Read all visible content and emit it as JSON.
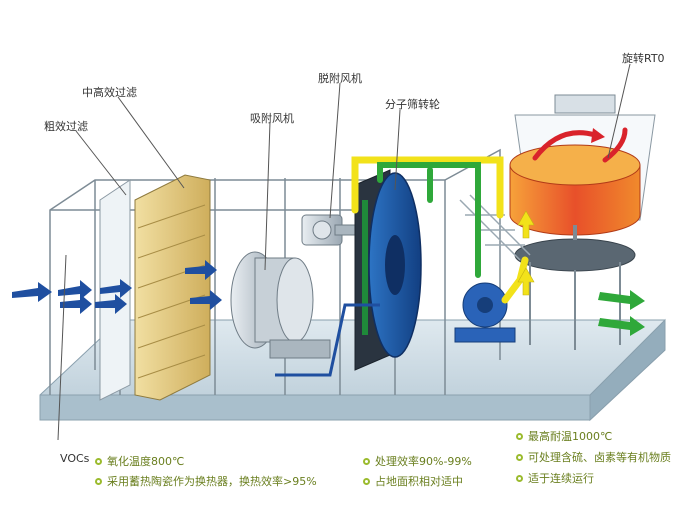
{
  "labels": {
    "medium_high_filter": "中高效过滤",
    "coarse_filter": "粗效过滤",
    "adsorption_fan": "吸附风机",
    "desorption_fan": "脱附风机",
    "molecular_sieve_wheel": "分子筛转轮",
    "rotary_rto": "旋转RT0",
    "vocs": "VOCs"
  },
  "features": [
    "氧化温度800℃",
    "采用蓄热陶瓷作为换热器，换热效率>95%",
    "处理效率90%-99%",
    "占地面积相对适中",
    "最高耐温1000℃",
    "可处理含硫、卤素等有机物质",
    "适于连续运行"
  ],
  "colors": {
    "inlet_arrow": "#1f4fa0",
    "hot_gas": "#d9232b",
    "desorption_flow": "#f2e21a",
    "clean_flow": "#2fa83a",
    "filter": "#e3c87a",
    "wheel": "#1e5fb0",
    "rto_chamber": "#e8502a",
    "base": "#c9d9e3",
    "bullet": "#9bbb2e"
  }
}
